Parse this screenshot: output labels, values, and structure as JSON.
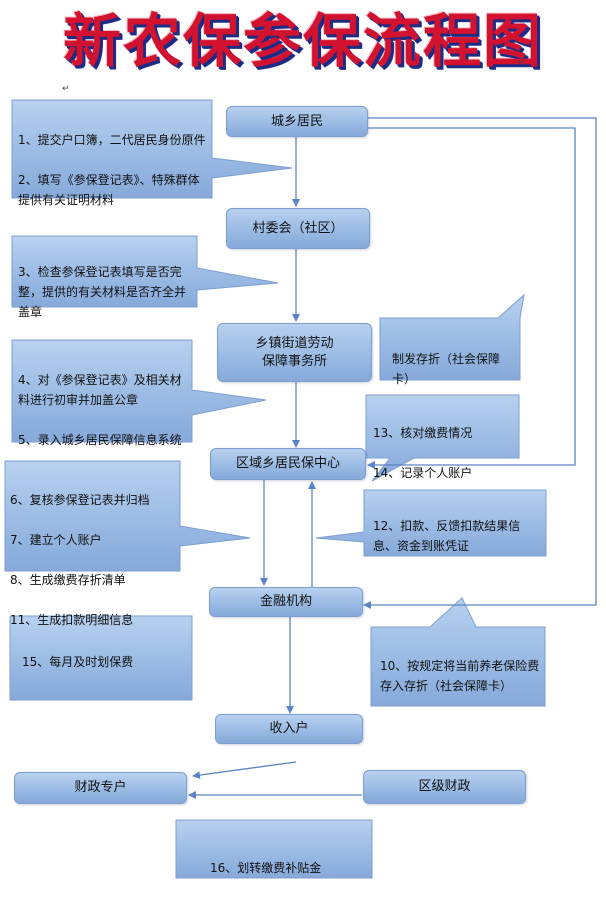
{
  "title": "新农保参保流程图",
  "paragraph_mark": "↵",
  "nodes": {
    "residents": "城乡居民",
    "village": "村委会（社区）",
    "township": "乡镇街道劳动\n保障事务所",
    "center": "区域乡居民保中心",
    "bank": "金融机构",
    "income": "收入户",
    "fiscal_account": "财政专户",
    "district_finance": "区级财政"
  },
  "callouts": {
    "c1": [
      "1、提交户口簿，二代居民身份原件",
      "2、填写《参保登记表》、特殊群体提供有关证明材料"
    ],
    "c3": [
      "3、检查参保登记表填写是否完整，提供的有关材料是否齐全并盖章"
    ],
    "c4": [
      "4、对《参保登记表》及相关材料进行初审并加盖公章",
      "5、录入城乡居民保障信息系统"
    ],
    "c_passbook": [
      "制发存折（社会保障卡）"
    ],
    "c13": [
      "13、核对缴费情况",
      "14、记录个人账户"
    ],
    "c6": [
      "6、复核参保登记表并归档",
      "7、建立个人账户",
      "8、生成缴费存折清单",
      "11、生成扣款明细信息"
    ],
    "c12": [
      "12、扣款、反馈扣款结果信息、资金到账凭证"
    ],
    "c15": [
      "15、每月及时划保费"
    ],
    "c10": [
      "10、按规定将当前养老保险费存入存折（社会保障卡）"
    ],
    "c16": [
      "16、划转缴费补贴金"
    ]
  },
  "colors": {
    "title_red": "#d2122e",
    "title_shadow": "#1c2c86",
    "box_fill": "#9dbde5",
    "box_border": "#7d9fcf",
    "line": "#5b84c4"
  }
}
